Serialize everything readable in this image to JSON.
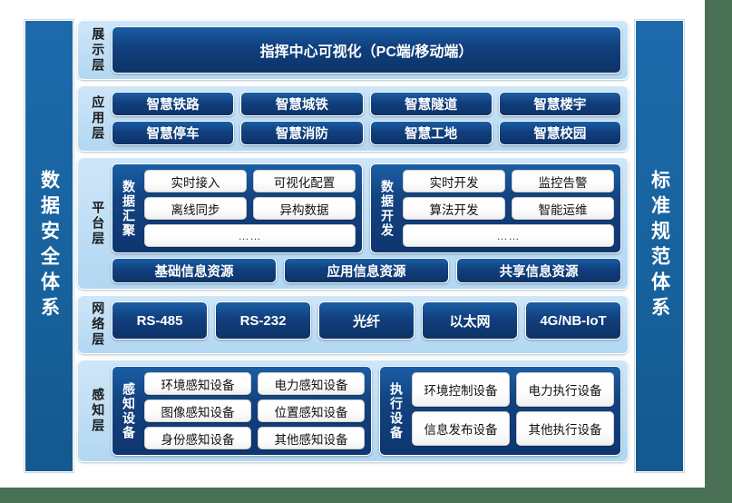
{
  "colors": {
    "canvas_background": "#4a7055",
    "page_background": "#ffffff",
    "pillar_blue": "#1d6aab",
    "layer_light_blue": "#b2d7f2",
    "chip_dark_blue": "#113f7d",
    "chip_white": "#ffffff"
  },
  "pillars": {
    "left": "数据安全体系",
    "right": "标准规范体系"
  },
  "layers": [
    {
      "id": "display",
      "label": "展示层",
      "banner": "指挥中心可视化（PC端/移动端）"
    },
    {
      "id": "application",
      "label": "应用层",
      "rows": [
        [
          "智慧铁路",
          "智慧城铁",
          "智慧隧道",
          "智慧楼宇"
        ],
        [
          "智慧停车",
          "智慧消防",
          "智慧工地",
          "智慧校园"
        ]
      ]
    },
    {
      "id": "platform",
      "label": "平台层",
      "groups": [
        {
          "label": "数据汇聚",
          "rows": [
            [
              "实时接入",
              "可视化配置"
            ],
            [
              "离线同步",
              "异构数据"
            ],
            [
              "……"
            ]
          ]
        },
        {
          "label": "数据开发",
          "rows": [
            [
              "实时开发",
              "监控告警"
            ],
            [
              "算法开发",
              "智能运维"
            ],
            [
              "……"
            ]
          ]
        }
      ],
      "resources": [
        "基础信息资源",
        "应用信息资源",
        "共享信息资源"
      ]
    },
    {
      "id": "network",
      "label": "网络层",
      "items": [
        "RS-485",
        "RS-232",
        "光纤",
        "以太网",
        "4G/NB-IoT"
      ]
    },
    {
      "id": "perception",
      "label": "感知层",
      "groups": [
        {
          "label": "感知设备",
          "rows": [
            [
              "环境感知设备",
              "电力感知设备"
            ],
            [
              "图像感知设备",
              "位置感知设备"
            ],
            [
              "身份感知设备",
              "其他感知设备"
            ]
          ]
        },
        {
          "label": "执行设备",
          "rows": [
            [
              "环境控制设备",
              "电力执行设备"
            ],
            [
              "信息发布设备",
              "其他执行设备"
            ]
          ]
        }
      ]
    }
  ]
}
